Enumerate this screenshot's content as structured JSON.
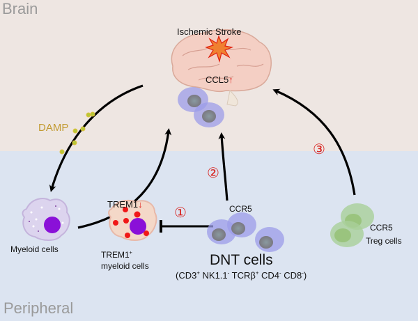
{
  "regions": {
    "brain": "Brain",
    "peripheral": "Peripheral"
  },
  "labels": {
    "ischemic_stroke": "Ischemic Stroke",
    "ccl5": "CCL5",
    "ccl5_arrow": "↑",
    "damp": "DAMP",
    "trem1": "TREM1",
    "trem1_arrow": "↓",
    "myeloid_cells": "Myeloid cells",
    "trem1_plus": "TREM1",
    "trem1_plus_sup": "+",
    "trem1_myeloid": "myeloid cells",
    "ccr5_dnt": "CCR5",
    "dnt_cells": "DNT cells",
    "dnt_markers": {
      "open": "(CD3",
      "s1": "+",
      "nk": " NK1.1",
      "s2": "-",
      "tcr": " TCRβ",
      "s3": "+",
      "cd4": " CD4",
      "s4": "-",
      "cd8": " CD8",
      "s5": "-",
      "close": ")"
    },
    "ccr5_treg": "CCR5",
    "treg_cells": "Treg cells"
  },
  "steps": {
    "one": "①",
    "two": "②",
    "three": "③"
  },
  "colors": {
    "brain_bg": "#EEE6E2",
    "peripheral_bg": "#DCE4F1",
    "accent_red": "#E0201C",
    "damp_gold": "#C8A030",
    "dnt_cell": "#9C9CE8",
    "treg_cell": "#A9D09A"
  }
}
